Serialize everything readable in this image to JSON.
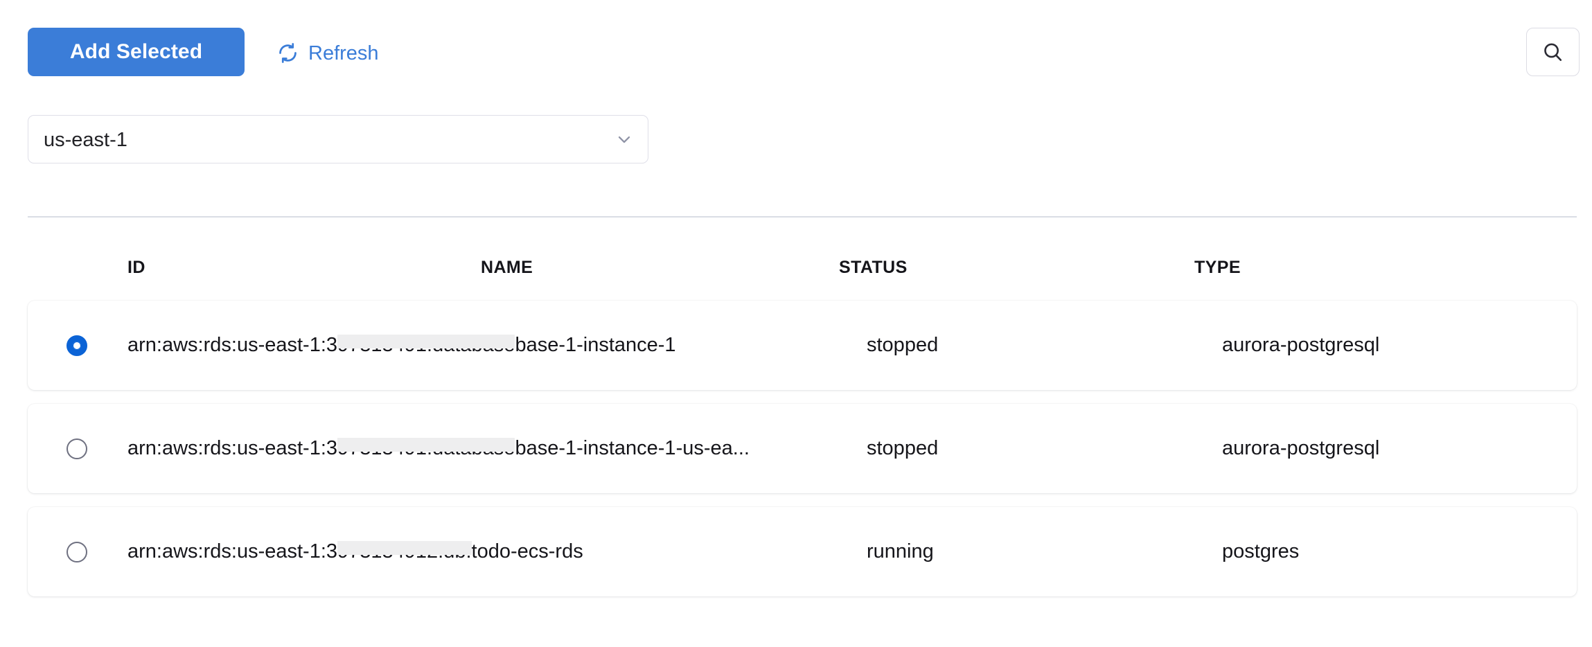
{
  "toolbar": {
    "add_selected_label": "Add Selected",
    "refresh_label": "Refresh",
    "refresh_icon": "refresh-icon",
    "search_icon": "search-icon",
    "primary_color": "#3b7dd8",
    "link_color": "#3b7dd8"
  },
  "region_select": {
    "value": "us-east-1",
    "chevron_icon": "chevron-down-icon"
  },
  "table": {
    "columns": [
      {
        "key": "id",
        "label": "ID"
      },
      {
        "key": "name",
        "label": "NAME"
      },
      {
        "key": "status",
        "label": "STATUS"
      },
      {
        "key": "type",
        "label": "TYPE"
      }
    ],
    "rows": [
      {
        "selected": true,
        "id_prefix": "arn:aws:rds:us-east-1:3",
        "id_redacted": "97313491:database",
        "id_suffix": "base-1-instance-1",
        "status": "stopped",
        "type": "aurora-postgresql"
      },
      {
        "selected": false,
        "id_prefix": "arn:aws:rds:us-east-1:3",
        "id_redacted": "97313491:database",
        "id_suffix": "base-1-instance-1-us-ea...",
        "status": "stopped",
        "type": "aurora-postgresql"
      },
      {
        "selected": false,
        "id_prefix": "arn:aws:rds:us-east-1:3",
        "id_redacted": "973134912:db:",
        "id_suffix": "todo-ecs-rds",
        "status": "running",
        "type": "postgres"
      }
    ]
  }
}
